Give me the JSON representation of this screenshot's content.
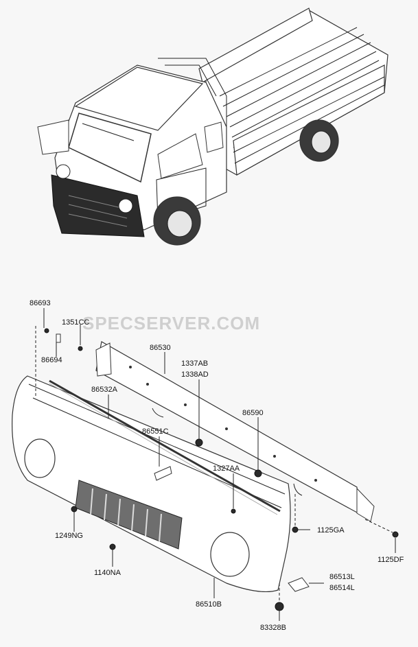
{
  "watermark": "SPECSERVER.COM",
  "labels": {
    "p86693": "86693",
    "p1351CC": "1351CC",
    "p86694": "86694",
    "p86530": "86530",
    "p1337AB": "1337AB",
    "p1338AD": "1338AD",
    "p86532A": "86532A",
    "p86590": "86590",
    "p86551C": "86551C",
    "p1327AA": "1327AA",
    "p1249NG": "1249NG",
    "p1125GA": "1125GA",
    "p1140NA": "1140NA",
    "p1125DF": "1125DF",
    "p86513L": "86513L",
    "p86514L": "86514L",
    "p86510B": "86510B",
    "p83328B": "83328B"
  }
}
